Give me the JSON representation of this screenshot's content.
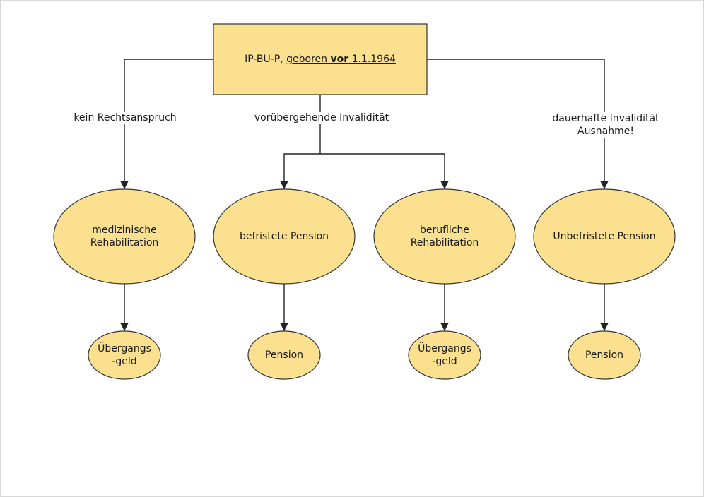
{
  "root": {
    "prefix": "IP-BU-P, ",
    "underlined": "geboren",
    "space": " ",
    "bold": "vor",
    "date": " 1.1.1964"
  },
  "edges": {
    "left": "kein Rechtsanspruch",
    "middle": "vorübergehende Invalidität",
    "right_line1": "dauerhafte Invalidität",
    "right_line2": "Ausnahme!"
  },
  "ellipses": {
    "med_line1": "medizinische",
    "med_line2": "Rehabilitation",
    "befristet": "befristete Pension",
    "beruf_line1": "berufliche",
    "beruf_line2": "Rehabilitation",
    "unbefristet": "Unbefristete Pension"
  },
  "leaves": {
    "ueb1_line1": "Übergangs",
    "ueb1_line2": "-geld",
    "pension1": "Pension",
    "ueb2_line1": "Übergangs",
    "ueb2_line2": "-geld",
    "pension2": "Pension"
  },
  "colors": {
    "node_fill": "#fbe08f",
    "stroke": "#333333"
  }
}
